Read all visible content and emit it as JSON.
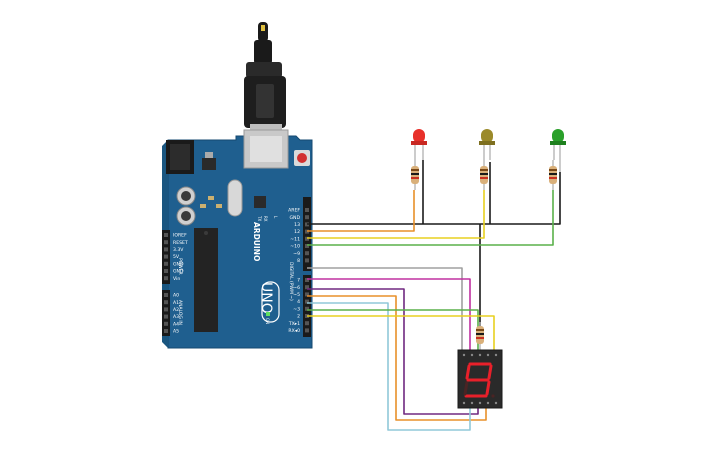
{
  "board": {
    "header_top": [
      "AREF",
      "GND",
      "13",
      "12",
      "~11",
      "~10",
      "~9",
      "8"
    ],
    "header_bottom": [
      "7",
      "~6",
      "~5",
      "4",
      "~3",
      "2",
      "TX▸1",
      "RX◂0"
    ],
    "header_left_power": [
      "IOREF",
      "RESET",
      "3.3V",
      "5V",
      "GND",
      "GND",
      "Vin"
    ],
    "header_left_analog": [
      "A0",
      "A1",
      "A2",
      "A3",
      "A4",
      "A5"
    ],
    "power_label": "POWER",
    "analog_label": "ANALOG IN",
    "digital_label": "DIGITAL (PWM ~)",
    "brand_label": "ARDUINO",
    "model_label": "UNO",
    "on_label": "ON",
    "tx_label": "TX",
    "rx_label": "RX",
    "l_label": "L"
  },
  "display": {
    "digit": "9",
    "segment_color": "#e8202a"
  },
  "leds": [
    {
      "name": "red-led",
      "color": "#e8302a"
    },
    {
      "name": "yellow-led",
      "color": "#9b8a2a"
    },
    {
      "name": "green-led",
      "color": "#2aa02a"
    }
  ],
  "colors": {
    "board": "#1f5f8f",
    "wire_black": "#1a1a1a",
    "wire_orange": "#e8902a",
    "wire_yellow": "#e8d020",
    "wire_green": "#5ab04a",
    "wire_gray": "#a0a0a0",
    "wire_magenta": "#c030a0",
    "wire_purple": "#702880",
    "wire_lightblue": "#90c8d8"
  }
}
